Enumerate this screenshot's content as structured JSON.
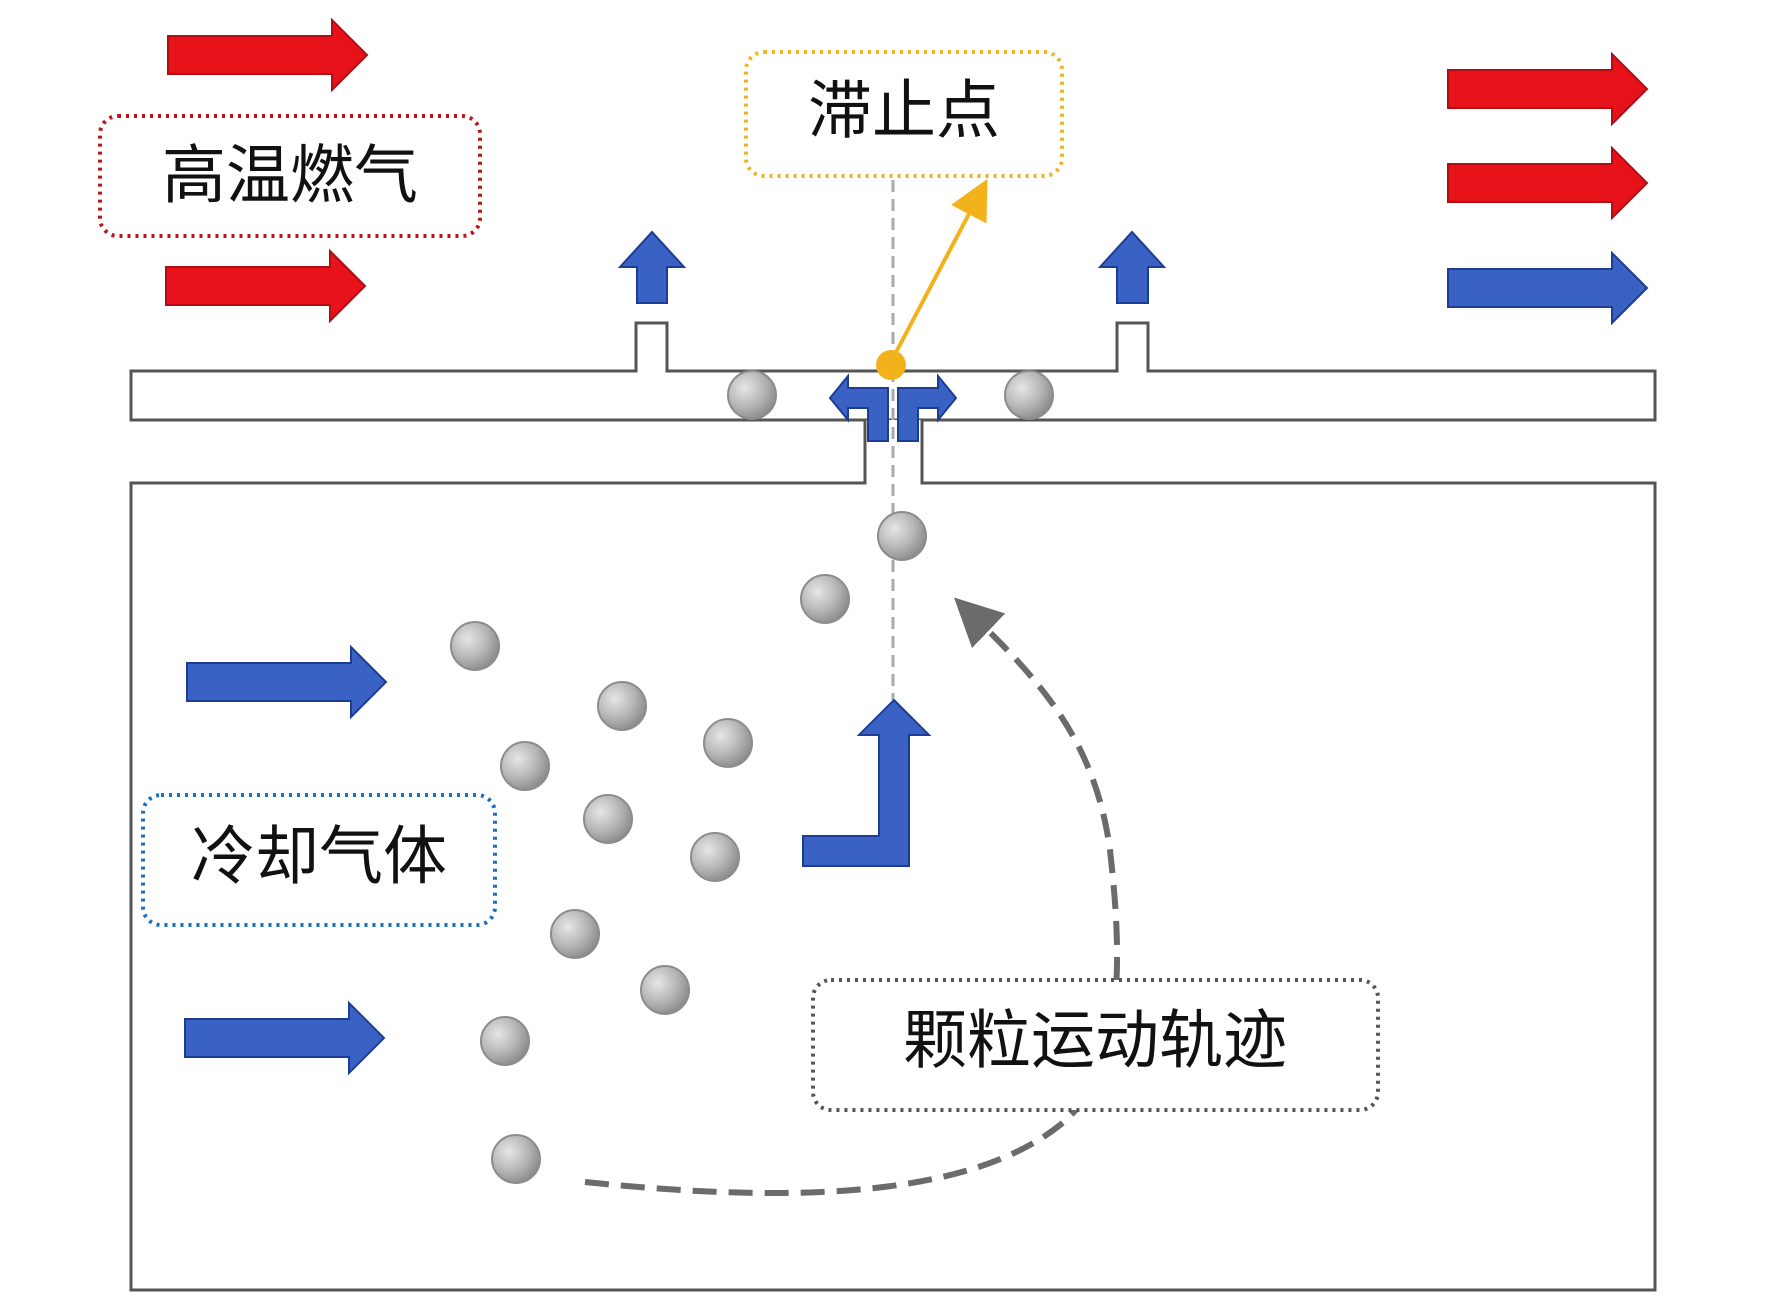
{
  "labels": {
    "hot_gas": "高温燃气",
    "stagnation_point": "滞止点",
    "cooling_gas": "冷却气体",
    "particle_trajectory": "颗粒运动轨迹"
  },
  "colors": {
    "hot_arrow": "#e8121a",
    "cool_arrow": "#3a62c4",
    "cool_arrow_edge": "#1d3c94",
    "hot_label_border": "#c0141c",
    "stagnation_border": "#f2b21c",
    "stagnation_marker": "#f2b21c",
    "cooling_label_border": "#1e6fc0",
    "trajectory_border": "#555555",
    "trajectory_path": "#6b6b6b",
    "centerline": "#aaaaaa",
    "wall_stroke": "#555555",
    "particle_fill": "#b4b4b4",
    "particle_edge": "#8c8c8c"
  },
  "icons": {
    "hot_gas_flow": "arrow-right-icon",
    "cooling_flow": "arrow-right-icon",
    "film_outflow": "arrow-up-icon",
    "split_flow": "arrow-split-icon",
    "turning_flow": "arrow-turn-up-icon",
    "particle": "particle-sphere-icon"
  }
}
